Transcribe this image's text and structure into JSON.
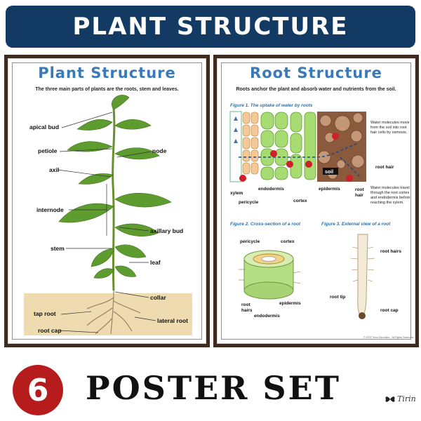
{
  "banner": {
    "title": "PLANT STRUCTURE"
  },
  "poster1": {
    "title": "Plant Structure",
    "subtitle": "The three main parts of plants are the roots, stem and leaves.",
    "labels": {
      "apical_bud": "apical bud",
      "petiole": "petiole",
      "node": "node",
      "axil": "axil",
      "internode": "internode",
      "axillary_bud": "axillary bud",
      "stem": "stem",
      "leaf": "leaf",
      "collar": "collar",
      "tap_root": "tap root",
      "lateral_root": "lateral root",
      "root_cap": "root cap"
    }
  },
  "poster2": {
    "title": "Root Structure",
    "subtitle": "Roots anchor the plant and absorb water and nutrients from the soil.",
    "fig1": {
      "caption": "Figure 1. The uptake of water by roots",
      "note1": [
        "Water molecules move",
        "from the soil into root",
        "hair cells by osmosis."
      ],
      "note2": [
        "Water molecules travel",
        "through the root cortex",
        "and endodermis before",
        "reaching the xylem."
      ],
      "labels": {
        "soil": "soil",
        "root_hair": "root hair",
        "xylem": "xylem",
        "endodermis": "endodermis",
        "epidermis": "epidermis",
        "root_hair2": "root",
        "root_hair2b": "hair",
        "pericycle": "pericycle",
        "cortex": "cortex"
      }
    },
    "fig2": {
      "caption": "Figure 2. Cross-section of a root",
      "labels": {
        "pericycle": "pericycle",
        "cortex": "cortex",
        "root_hairs_a": "root",
        "root_hairs_b": "hairs",
        "epidermis": "epidermis",
        "endodermis": "endodermis"
      }
    },
    "fig3": {
      "caption": "Figure 3. External view of a root",
      "labels": {
        "root_hairs": "root hairs",
        "root_tip": "root tip",
        "root_cap": "root cap"
      }
    },
    "footer": "© 2023 Tirinu Education · All Rights Reserved"
  },
  "bottom": {
    "number": "6",
    "text": "POSTER SET",
    "brand": "Tirin"
  },
  "colors": {
    "banner": "#123a63",
    "title_blue": "#3a7ab8",
    "number_red": "#b71c1c",
    "frame": "#3d2b20"
  }
}
